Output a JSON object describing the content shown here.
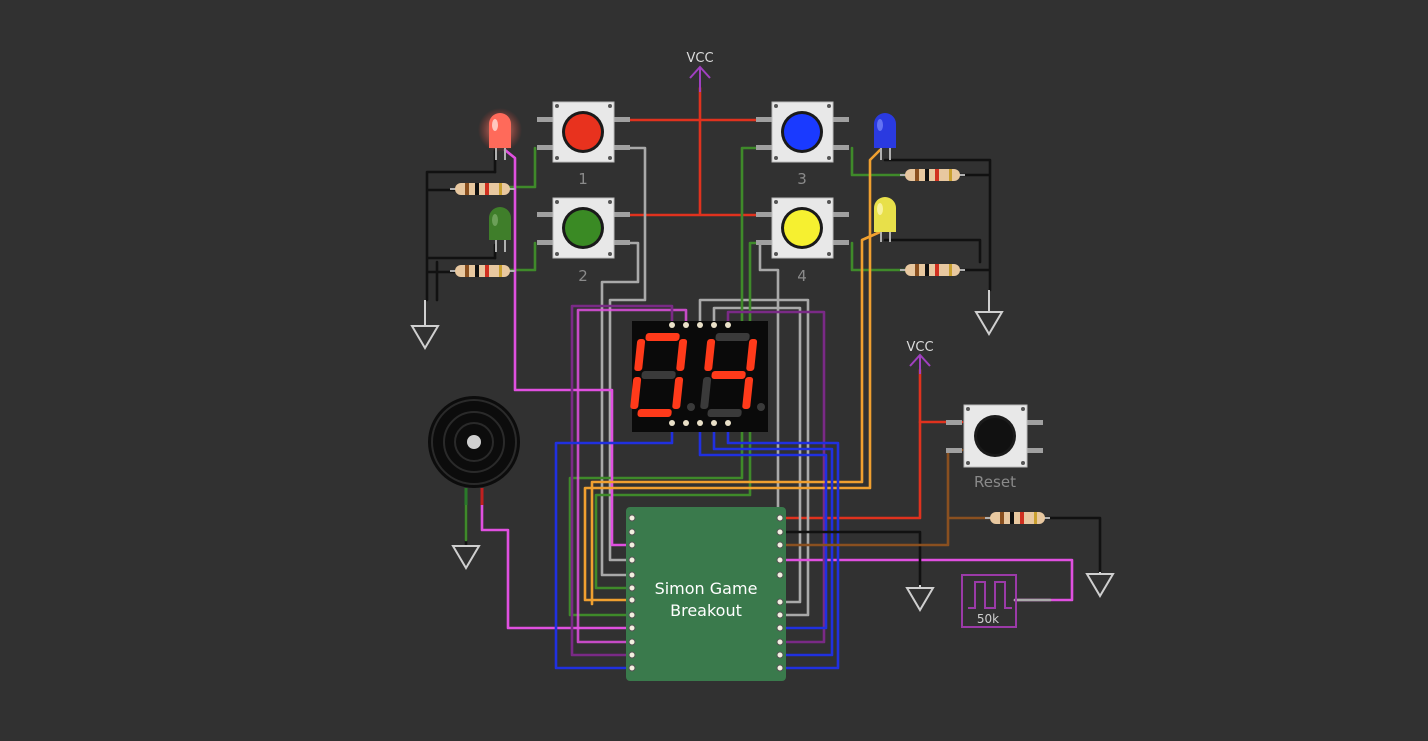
{
  "power": {
    "vcc_top": "VCC",
    "vcc_right": "VCC"
  },
  "buttons": [
    {
      "id": "1",
      "label": "1",
      "color": "#e8321e"
    },
    {
      "id": "2",
      "label": "2",
      "color": "#3a8a24"
    },
    {
      "id": "3",
      "label": "3",
      "color": "#1a3aff"
    },
    {
      "id": "4",
      "label": "4",
      "color": "#f6f030"
    }
  ],
  "reset_button": {
    "label": "Reset",
    "color": "#111111"
  },
  "leds": [
    {
      "name": "red",
      "color": "#ff6a5a",
      "lit": true
    },
    {
      "name": "green",
      "color": "#3f7e2a",
      "lit": false
    },
    {
      "name": "blue",
      "color": "#2a3ae0",
      "lit": false
    },
    {
      "name": "yellow",
      "color": "#e8e04a",
      "lit": false
    }
  ],
  "display": {
    "digits": "04"
  },
  "board": {
    "line1": "Simon Game",
    "line2": "Breakout",
    "color": "#3a7a4c"
  },
  "clock": {
    "label": "50k",
    "color": "#9b3aa8"
  },
  "wire_colors": {
    "red": "#e0321e",
    "green": "#3f8a2a",
    "gray": "#a9a9a9",
    "magenta": "#e050e0",
    "purple": "#7a2a86",
    "blue": "#2030e0",
    "orange": "#f0a030",
    "black": "#111111",
    "brown": "#8a5020",
    "vcc": "#a040c0"
  }
}
